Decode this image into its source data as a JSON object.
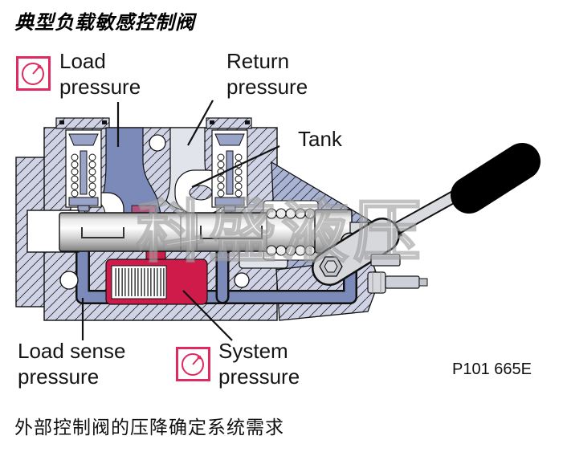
{
  "title": "典型负载敏感控制阀",
  "caption": "外部控制阀的压降确定系统需求",
  "figure_code": "P101 665E",
  "watermark": "科盛液压",
  "callouts": {
    "load_pressure": {
      "line1": "Load",
      "line2": "pressure"
    },
    "return_pressure": {
      "line1": "Return",
      "line2": "pressure"
    },
    "tank": {
      "line1": "Tank"
    },
    "load_sense": {
      "line1": "Load sense",
      "line2": "pressure"
    },
    "system_pressure": {
      "line1": "System",
      "line2": "pressure"
    }
  },
  "icons": {
    "gauge1": "pressure-gauge-icon",
    "gauge2": "pressure-gauge-icon"
  },
  "colors": {
    "gauge_accent": "#e0295f",
    "load_pressure_channel": "#7b8ab8",
    "return_channel": "#e2e4eb",
    "tank_gallery": "#ffffff",
    "system_pressure_chamber": "#ce1b4a",
    "valve_body": "#cfd3e5",
    "valve_body_dark": "#a9b3d4",
    "spool_metal": "#d9dade",
    "handle_grip": "#000000",
    "text": "#111111"
  }
}
